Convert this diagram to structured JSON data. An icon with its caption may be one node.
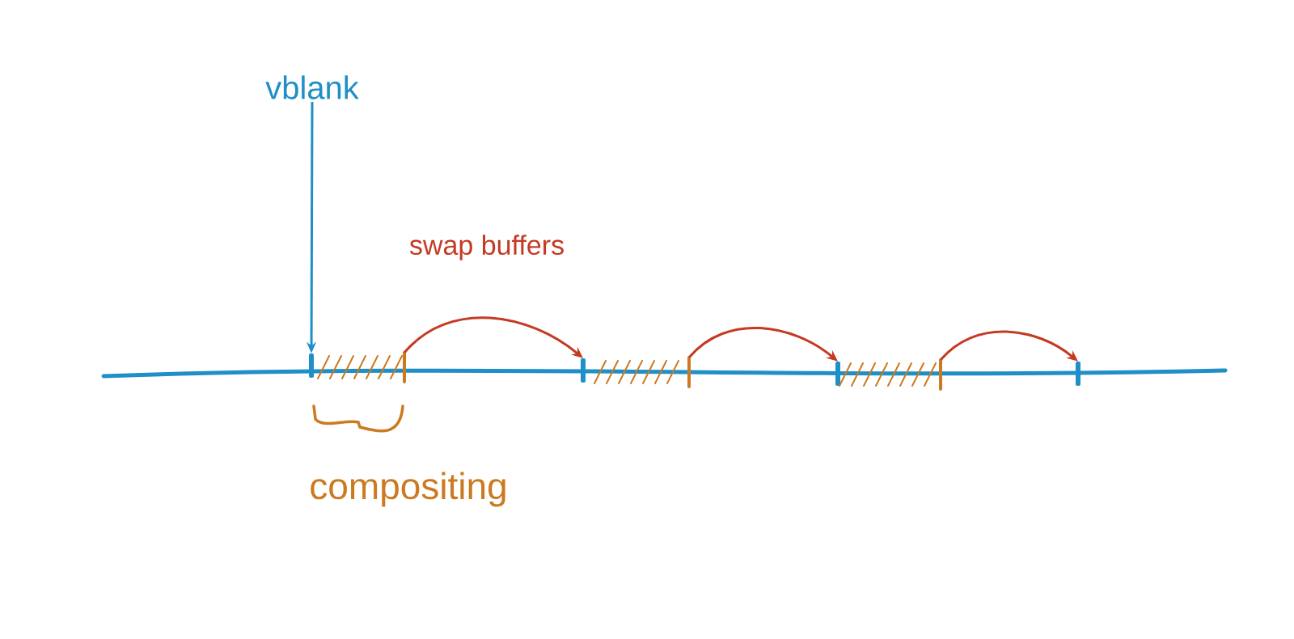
{
  "diagram": {
    "nodes": [
      {
        "text": [
          "vblank"
        ]
      },
      {
        "text": [],
        "shape": "bar"
      },
      {
        "text": [],
        "shape": "box"
      },
      {
        "text": [],
        "shape": "bar"
      },
      {
        "text": [],
        "shape": "box"
      },
      {
        "text": [],
        "shape": "bar"
      },
      {
        "text": [],
        "shape": "box"
      },
      {
        "text": [],
        "shape": "bar"
      }
    ],
    "edges": [
      {
        "from": 0,
        "to": 1,
        "arrow": "to",
        "color": "#1f8fc8"
      },
      {
        "from": 2,
        "to": 3,
        "arrow": "to"
      },
      {
        "from": 4,
        "to": 5,
        "arrow": "to"
      },
      {
        "from": 6,
        "to": 7,
        "arrow": "to"
      }
    ],
    "labels": [
      "swap buffers",
      "compositing"
    ]
  }
}
